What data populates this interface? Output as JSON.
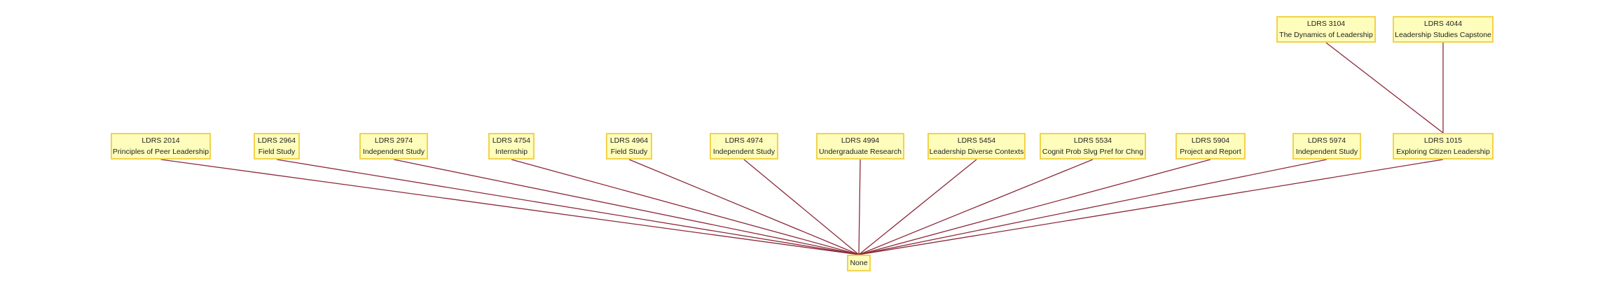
{
  "diagram": {
    "root": {
      "id": "none",
      "label": "None"
    },
    "courses": [
      {
        "id": "ldrs2014",
        "code": "LDRS 2014",
        "title": "Principles of Peer Leadership"
      },
      {
        "id": "ldrs2964",
        "code": "LDRS 2964",
        "title": "Field Study"
      },
      {
        "id": "ldrs2974",
        "code": "LDRS 2974",
        "title": "Independent Study"
      },
      {
        "id": "ldrs4754",
        "code": "LDRS 4754",
        "title": "Internship"
      },
      {
        "id": "ldrs4964",
        "code": "LDRS 4964",
        "title": "Field Study"
      },
      {
        "id": "ldrs4974",
        "code": "LDRS 4974",
        "title": "Independent Study"
      },
      {
        "id": "ldrs4994",
        "code": "LDRS 4994",
        "title": "Undergraduate Research"
      },
      {
        "id": "ldrs5454",
        "code": "LDRS 5454",
        "title": "Leadership Diverse Contexts"
      },
      {
        "id": "ldrs5534",
        "code": "LDRS 5534",
        "title": "Cognit Prob Slvg Pref for Chng"
      },
      {
        "id": "ldrs5904",
        "code": "LDRS 5904",
        "title": "Project and Report"
      },
      {
        "id": "ldrs5974",
        "code": "LDRS 5974",
        "title": "Independent Study"
      },
      {
        "id": "ldrs1015",
        "code": "LDRS 1015",
        "title": "Exploring Citizen Leadership"
      },
      {
        "id": "ldrs3104",
        "code": "LDRS 3104",
        "title": "The Dynamics of Leadership"
      },
      {
        "id": "ldrs4044",
        "code": "LDRS 4044",
        "title": "Leadership Studies Capstone"
      }
    ],
    "edges": [
      {
        "from": "ldrs2014",
        "to": "none"
      },
      {
        "from": "ldrs2964",
        "to": "none"
      },
      {
        "from": "ldrs2974",
        "to": "none"
      },
      {
        "from": "ldrs4754",
        "to": "none"
      },
      {
        "from": "ldrs4964",
        "to": "none"
      },
      {
        "from": "ldrs4974",
        "to": "none"
      },
      {
        "from": "ldrs4994",
        "to": "none"
      },
      {
        "from": "ldrs5454",
        "to": "none"
      },
      {
        "from": "ldrs5534",
        "to": "none"
      },
      {
        "from": "ldrs5904",
        "to": "none"
      },
      {
        "from": "ldrs5974",
        "to": "none"
      },
      {
        "from": "ldrs1015",
        "to": "none"
      },
      {
        "from": "ldrs3104",
        "to": "ldrs1015"
      },
      {
        "from": "ldrs4044",
        "to": "ldrs1015"
      }
    ],
    "colors": {
      "node_fill": "#fefdbb",
      "node_border": "#f2d24a",
      "edge": "#8b2a3a",
      "text": "#222222"
    }
  }
}
